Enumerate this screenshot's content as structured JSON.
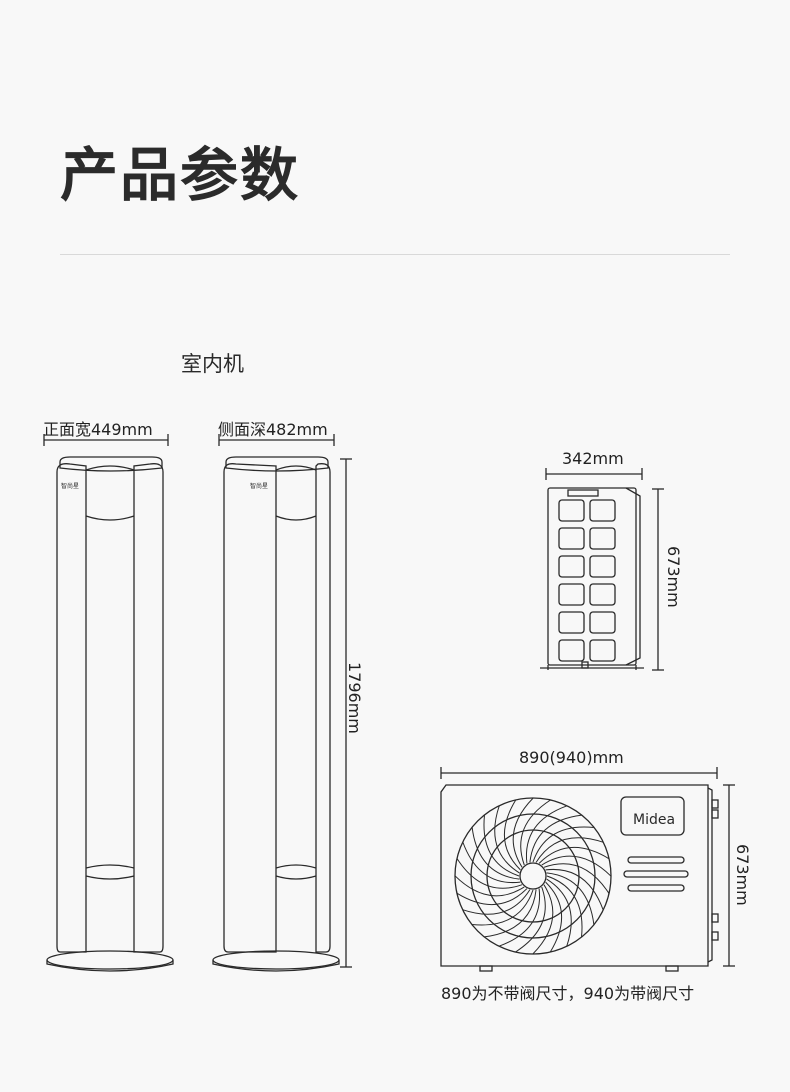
{
  "header": {
    "title": "产品参数"
  },
  "indoor": {
    "section_label": "室内机",
    "front_width_label": "正面宽449mm",
    "side_depth_label": "侧面深482mm",
    "height_label": "1796mm",
    "badge_text": "智尚星"
  },
  "outdoor": {
    "side_width_label": "342mm",
    "side_height_label": "673mm",
    "front_width_label": "890(940)mm",
    "front_height_label": "673mm",
    "brand_logo": "Midea",
    "note": "890为不带阀尺寸，940为带阀尺寸"
  },
  "colors": {
    "background": "#f8f8f8",
    "line": "#2a2a2a",
    "rule": "#d9d9d9"
  }
}
